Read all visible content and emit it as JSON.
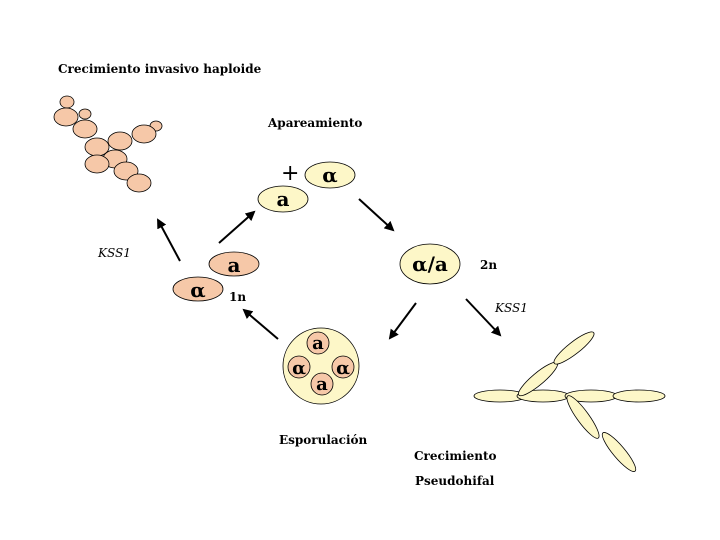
{
  "labels": {
    "invasive_growth": "Crecimiento invasivo haploide",
    "mating": "Apareamiento",
    "kss1_left": "KSS1",
    "kss1_right": "KSS1",
    "haploid": "1n",
    "diploid": "2n",
    "sporulation": "Esporulación",
    "pseudohyphal_line1": "Crecimiento",
    "pseudohyphal_line2": "Pseudohifal"
  },
  "symbols": {
    "plus": "+",
    "alpha": "α",
    "a": "a",
    "diploid_cell": "α/a"
  },
  "colors": {
    "haploid_fill": "#f6c8a8",
    "diploid_fill": "#fdf7c8",
    "hypha_fill": "#fdf7c8",
    "outline": "#000000"
  }
}
